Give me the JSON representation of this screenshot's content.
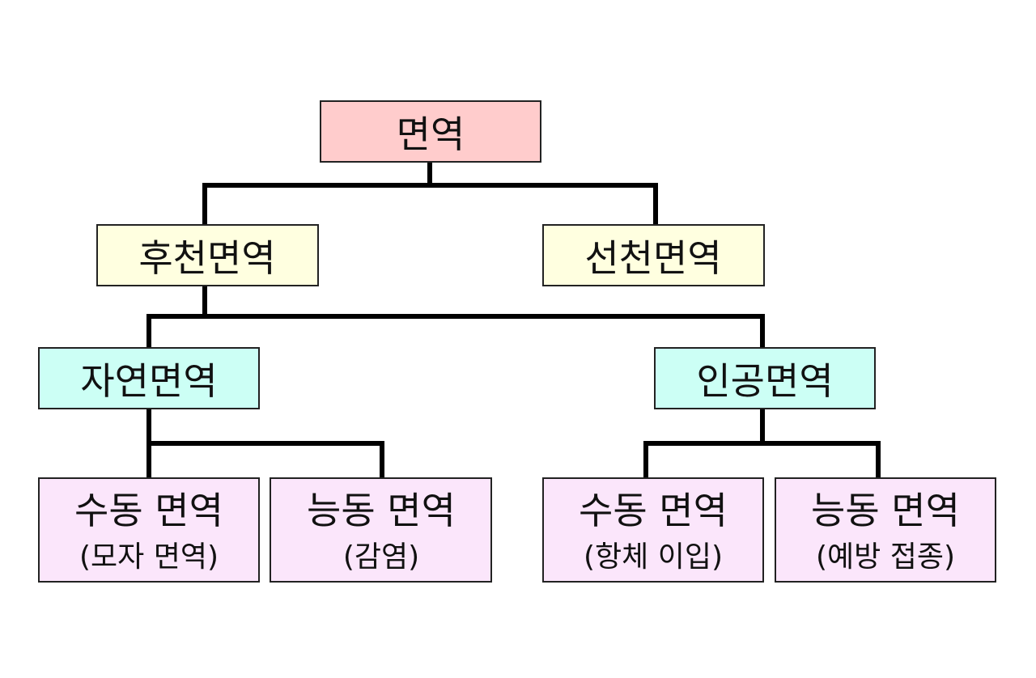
{
  "nodes": {
    "root": {
      "label": "면역",
      "sublabel": ""
    },
    "acquired": {
      "label": "후천면역",
      "sublabel": ""
    },
    "innate": {
      "label": "선천면역",
      "sublabel": ""
    },
    "natural": {
      "label": "자연면역",
      "sublabel": ""
    },
    "artificial": {
      "label": "인공면역",
      "sublabel": ""
    },
    "natural_passive": {
      "label": "수동 면역",
      "sublabel": "(모자 면역)"
    },
    "natural_active": {
      "label": "능동 면역",
      "sublabel": "(감염)"
    },
    "artificial_passive": {
      "label": "수동 면역",
      "sublabel": "(항체 이입)"
    },
    "artificial_active": {
      "label": "능동 면역",
      "sublabel": "(예방 접종)"
    }
  },
  "colors": {
    "root": "#ffcccc",
    "level1": "#ffffe0",
    "level2": "#ccfff5",
    "level3": "#fbe6fb",
    "line": "#000000",
    "border": "#222222"
  }
}
